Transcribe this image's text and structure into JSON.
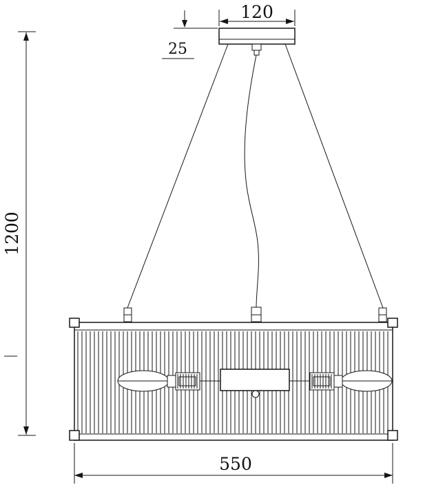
{
  "diagram": {
    "kind": "pendant-lamp-technical-drawing",
    "dimensions": {
      "canopy_width": "120",
      "canopy_height": "25",
      "overall_drop": "1200",
      "shade_width": "550"
    }
  }
}
